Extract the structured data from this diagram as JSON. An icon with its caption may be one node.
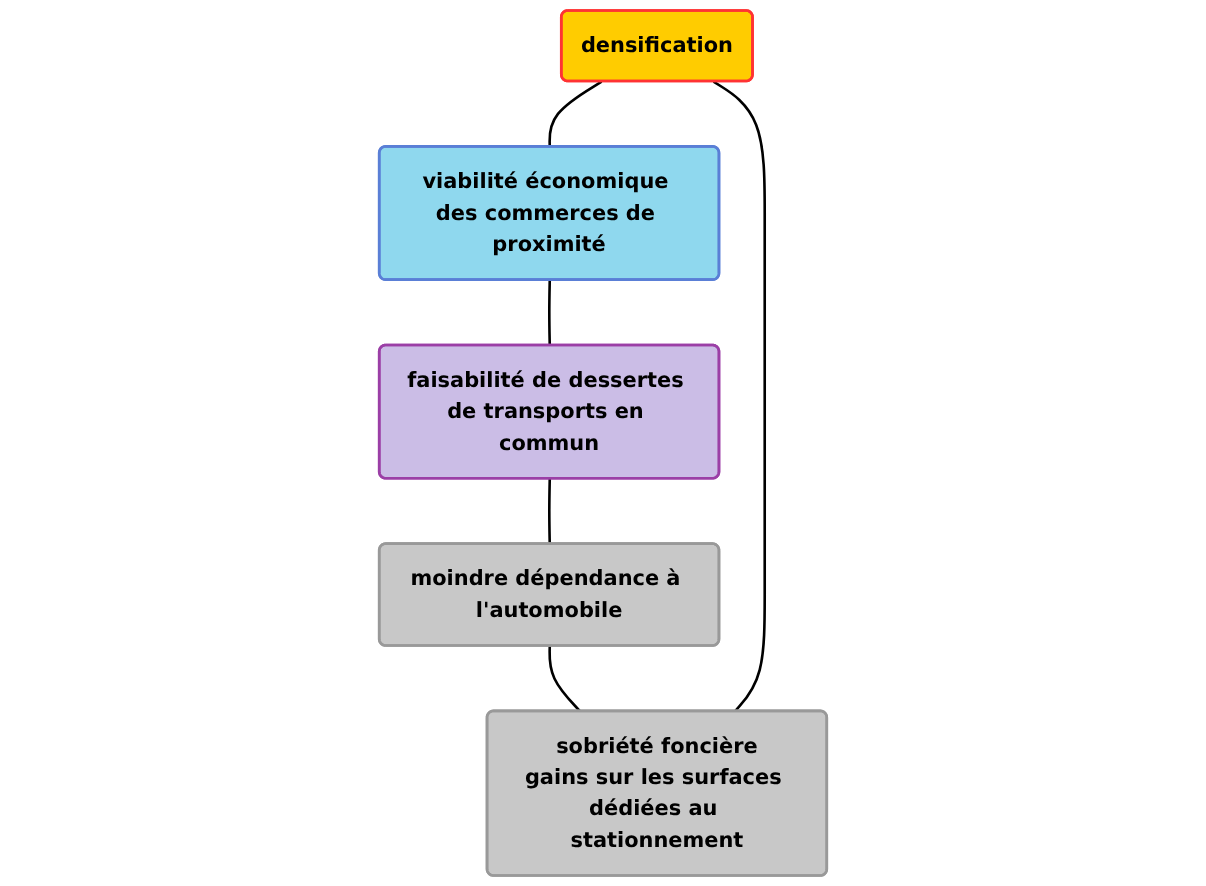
{
  "diagram": {
    "nodes": [
      {
        "text": [
          "densification"
        ]
      },
      {
        "text": [
          "sobriété foncière",
          "gains sur les surfaces dédiées au stationnement"
        ]
      },
      {
        "text": [
          "viabilité économique des commerces de proximité"
        ]
      },
      {
        "text": [
          "faisabilité de dessertes de transports en commun"
        ]
      },
      {
        "text": [
          "moindre dépendance à l'automobile"
        ]
      }
    ],
    "edges": [
      {
        "from": 0,
        "to": 2,
        "arrow": "none"
      },
      {
        "from": 2,
        "to": 3,
        "arrow": "none"
      },
      {
        "from": 3,
        "to": 4,
        "arrow": "none"
      },
      {
        "from": 4,
        "to": 1,
        "arrow": "none"
      },
      {
        "from": 1,
        "to": 0,
        "arrow": "none"
      }
    ]
  }
}
